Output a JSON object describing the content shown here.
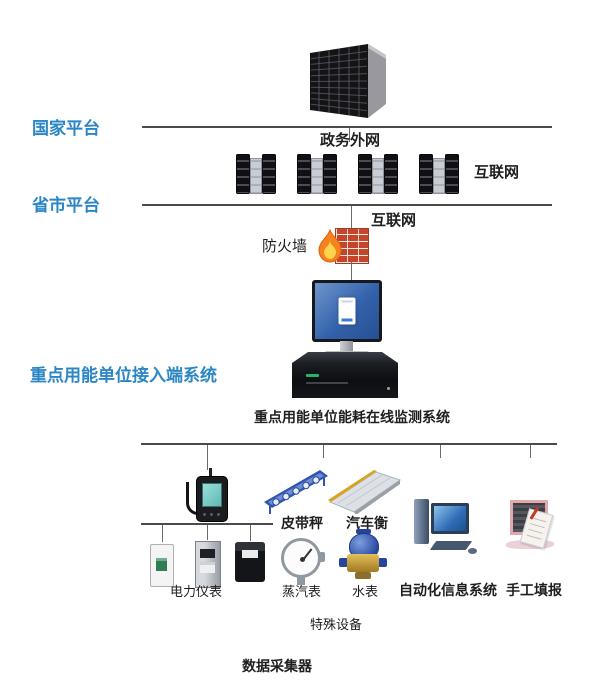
{
  "diagram": {
    "title_implicit": "能耗在线监测系统架构图",
    "tiers": {
      "national": {
        "label": "国家平台"
      },
      "provincial": {
        "label": "省市平台"
      },
      "enterprise": {
        "label": "重点用能单位接入端系统"
      }
    },
    "networks": {
      "gov_external": "政务外网",
      "internet_top": "互联网",
      "internet_mid": "互联网"
    },
    "firewall_label": "防火墙",
    "monitoring_system_caption": "重点用能单位能耗在线监测系统",
    "devices": {
      "belt_scale": "皮带秤",
      "truck_scale": "汽车衡",
      "power_meter": "电力仪表",
      "steam_meter": "蒸汽表",
      "water_meter": "水表",
      "automation_system": "自动化信息系统",
      "manual_report": "手工填报",
      "special_equipment": "特殊设备",
      "data_collector": "数据采集器"
    },
    "colors": {
      "accent_blue": "#2b86c6",
      "line_gray": "#4a4a4a",
      "text_black": "#1f1f1f",
      "brick_red": "#c2452c",
      "flame_orange": "#f5821f"
    }
  }
}
